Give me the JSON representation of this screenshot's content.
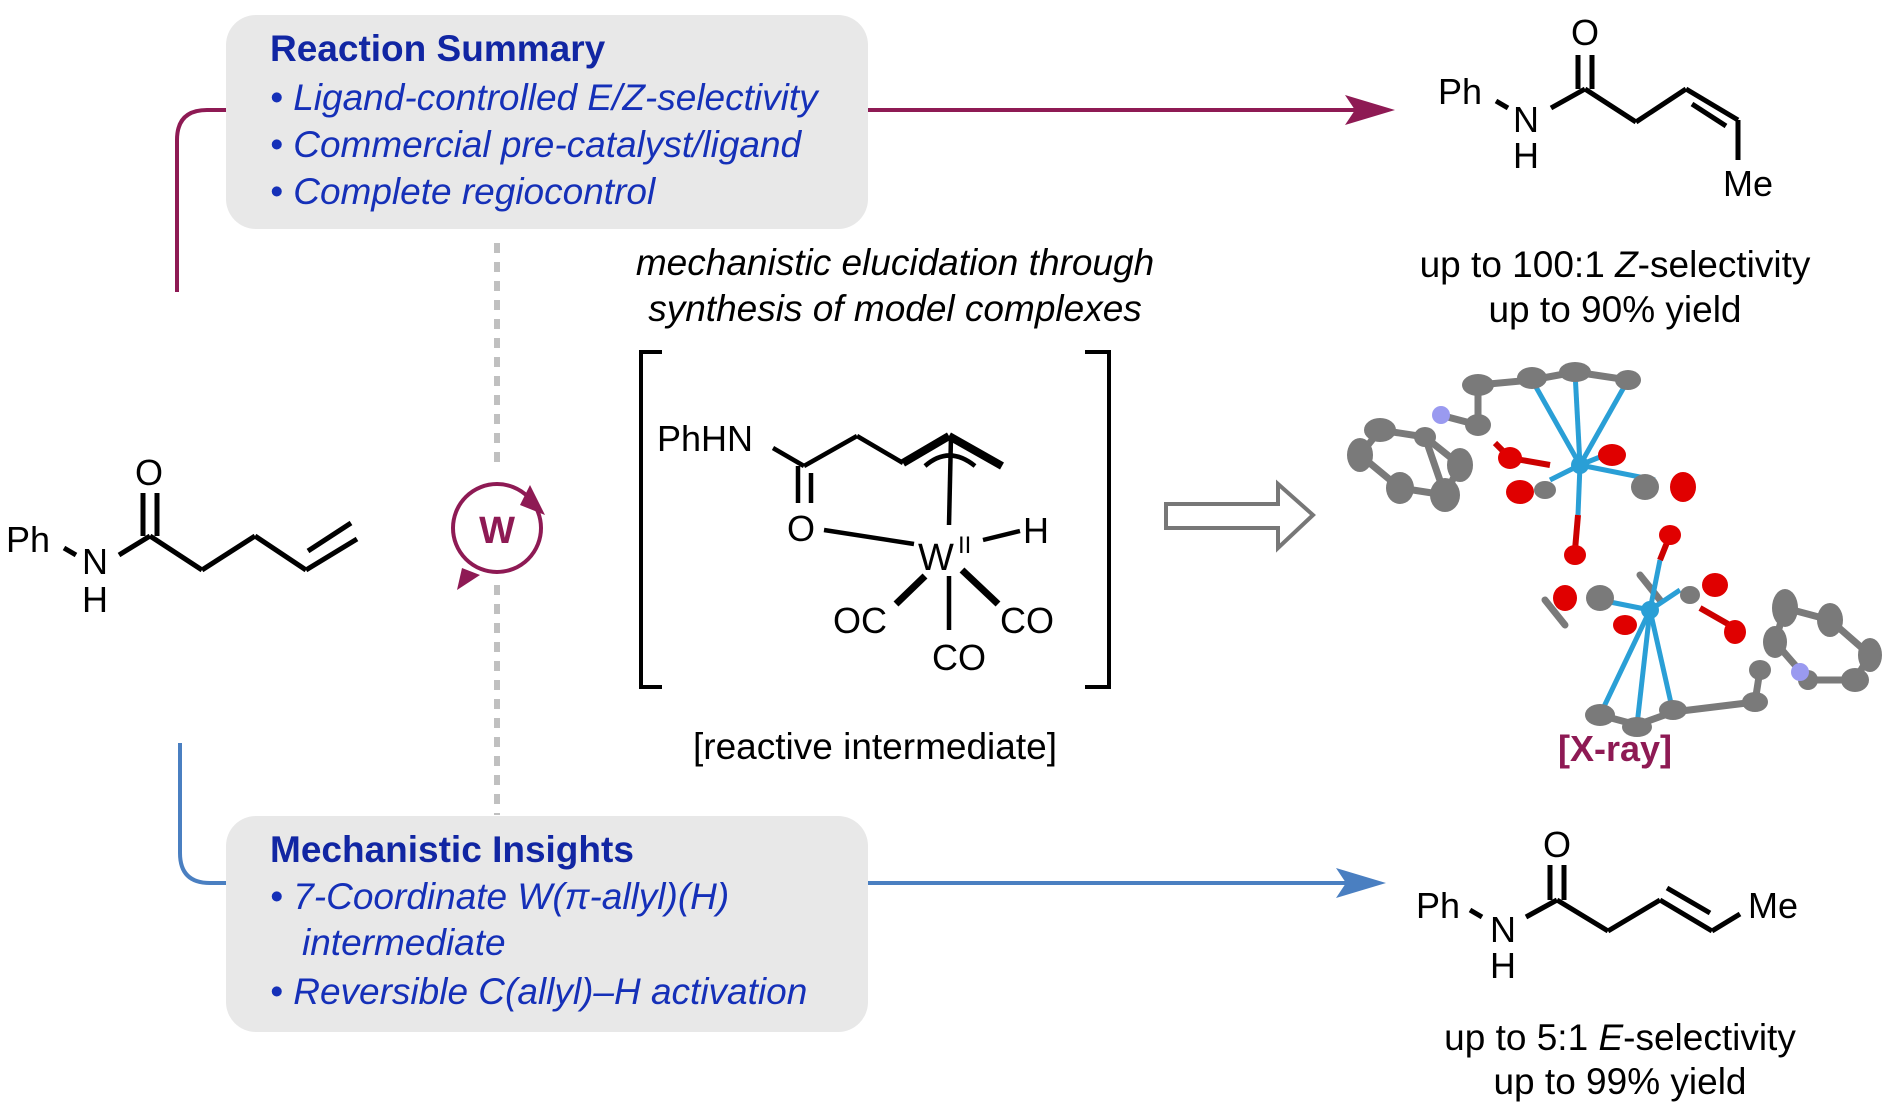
{
  "colors": {
    "z_path": "#8e1a54",
    "e_path": "#4a7fc1",
    "box_bg": "#e8e8e8",
    "box_title": "#1126a3",
    "box_text": "#1530b8",
    "dotted_line": "#c0c0c0",
    "hollow_arrow": "#777777",
    "tungsten": "#2a9fd6",
    "oxygen": "#e00000",
    "carbon": "#7a7a7a",
    "nitrogen": "#9a9af0"
  },
  "reaction_summary": {
    "title": "Reaction Summary",
    "bullets": [
      "• Ligand-controlled E/Z-selectivity",
      "• Commercial pre-catalyst/ligand",
      "• Complete regiocontrol"
    ]
  },
  "mechanistic_insights": {
    "title": "Mechanistic Insights",
    "bullets": [
      "• 7-Coordinate W(π-allyl)(H)",
      "intermediate",
      "• Reversible C(allyl)–H activation"
    ]
  },
  "catalyst": {
    "label": "W",
    "icon": "catalytic-cycle-icon"
  },
  "starting_material": {
    "ph": "Ph",
    "n": "N",
    "h": "H",
    "o": "O",
    "description": "N-phenylpent-4-enamide"
  },
  "z_product": {
    "ph": "Ph",
    "n": "N",
    "h": "H",
    "o": "O",
    "me": "Me",
    "selectivity_prefix": "up to 100:1 ",
    "selectivity_isomer": "Z",
    "selectivity_suffix": "-selectivity",
    "yield": "up to 90% yield"
  },
  "e_product": {
    "ph": "Ph",
    "n": "N",
    "h": "H",
    "o": "O",
    "me": "Me",
    "selectivity_prefix": "up to 5:1 ",
    "selectivity_isomer": "E",
    "selectivity_suffix": "-selectivity",
    "yield": "up to 99% yield"
  },
  "mechanism": {
    "heading_line1": "mechanistic elucidation through",
    "heading_line2": "synthesis of model complexes",
    "intermediate": {
      "phhn": "PhHN",
      "o": "O",
      "metal": "W",
      "oxidation_state": "II",
      "hydride": "H",
      "co_left": "OC",
      "co_right": "CO",
      "co_bottom": "CO"
    },
    "caption": "[reactive intermediate]"
  },
  "xray": {
    "label": "[X-ray]"
  }
}
